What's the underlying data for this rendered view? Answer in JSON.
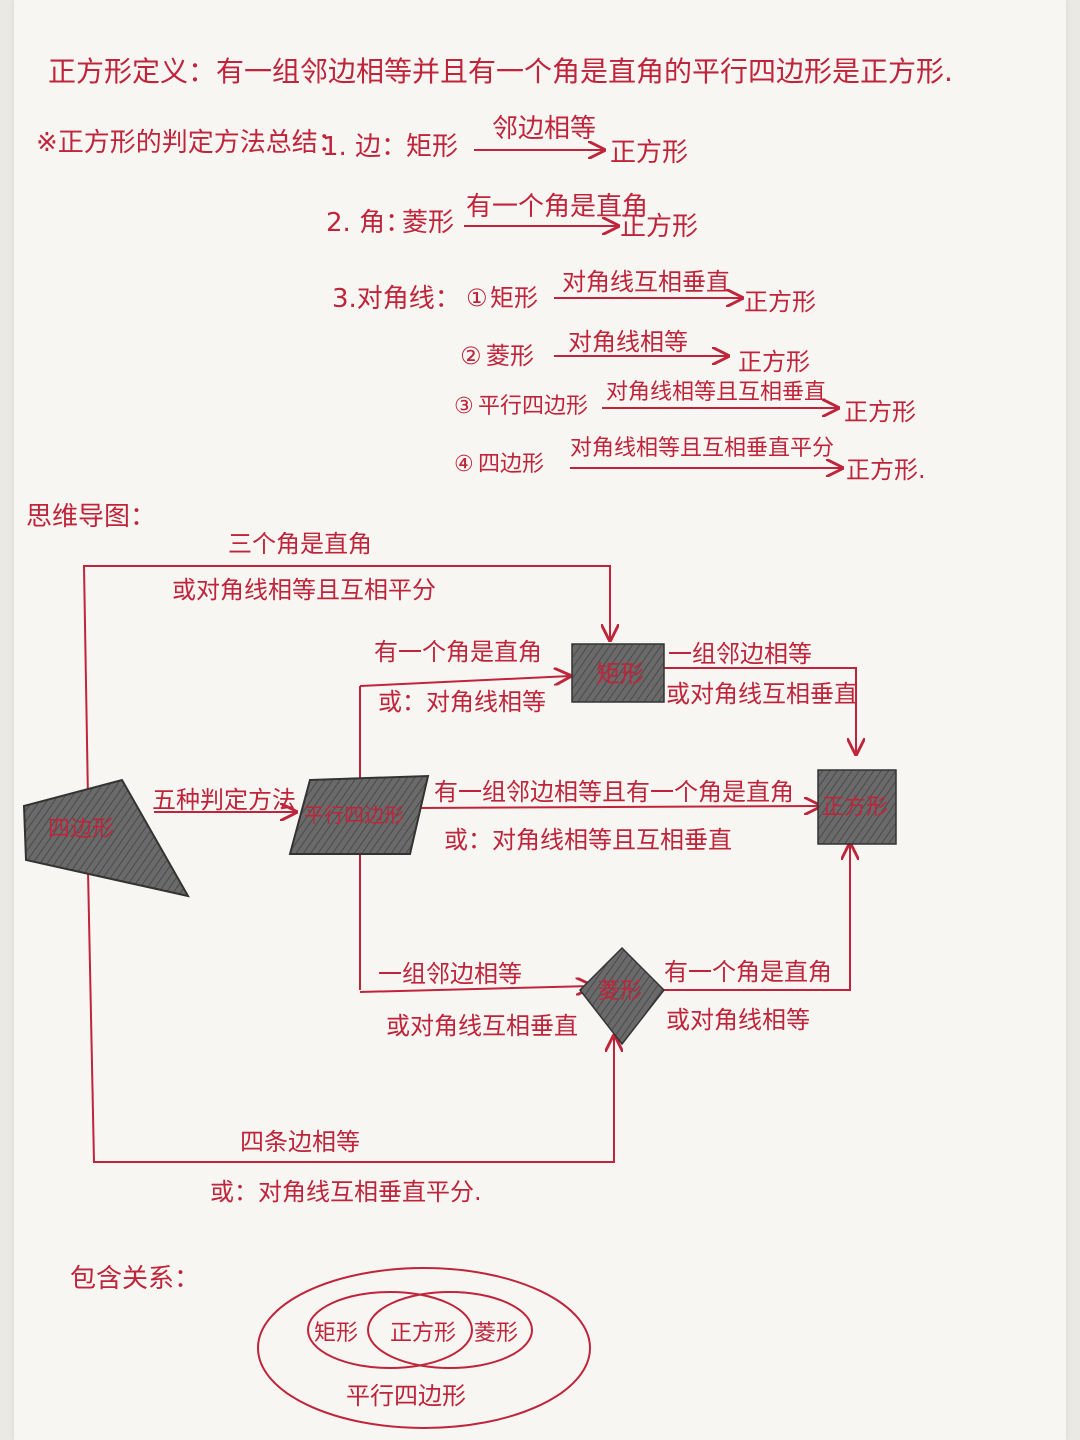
{
  "definition": "正方形定义：有一组邻边相等并且有一个角是直角的平行四边形是正方形.",
  "summary": {
    "heading": "※正方形的判定方法总结：",
    "side": {
      "num": "1. 边：",
      "from": "矩形",
      "cond": "邻边相等",
      "to": "正方形"
    },
    "angle": {
      "num": "2. 角：",
      "from": "菱形",
      "cond": "有一个角是直角",
      "to": "正方形"
    },
    "diag": {
      "num": "3.对角线：",
      "items": [
        {
          "idx": "①",
          "from": "矩形",
          "cond": "对角线互相垂直",
          "to": "正方形"
        },
        {
          "idx": "②",
          "from": "菱形",
          "cond": "对角线相等",
          "to": "正方形"
        },
        {
          "idx": "③",
          "from": "平行四边形",
          "cond": "对角线相等且互相垂直",
          "to": "正方形"
        },
        {
          "idx": "④",
          "from": "四边形",
          "cond": "对角线相等且互相垂直平分",
          "to": "正方形."
        }
      ]
    }
  },
  "mindmap": {
    "heading": "思维导图：",
    "nodes": {
      "quad": "四边形",
      "para": "平行四边形",
      "rect": "矩形",
      "rhombus": "菱形",
      "square": "正方形"
    },
    "edges": {
      "quad_rect_1": "三个角是直角",
      "quad_rect_2": "或对角线相等且互相平分",
      "quad_para": "五种判定方法",
      "para_rect_1": "有一个角是直角",
      "para_rect_2": "或：对角线相等",
      "rect_square_1": "一组邻边相等",
      "rect_square_2": "或对角线互相垂直",
      "para_square_1": "有一组邻边相等且有一个角是直角",
      "para_square_2": "或：对角线相等且互相垂直",
      "para_rhombus_1": "一组邻边相等",
      "para_rhombus_2": "或对角线互相垂直",
      "rhombus_square_1": "有一个角是直角",
      "rhombus_square_2": "或对角线相等",
      "quad_rhombus_1": "四条边相等",
      "quad_rhombus_2": "或：对角线互相垂直平分."
    }
  },
  "inclusion": {
    "heading": "包含关系：",
    "rect": "矩形",
    "square": "正方形",
    "rhombus": "菱形",
    "para": "平行四边形"
  },
  "colors": {
    "ink_red": "#c0243a",
    "pencil_fill": "#5c5c5c",
    "paper": "#f7f6f2"
  }
}
